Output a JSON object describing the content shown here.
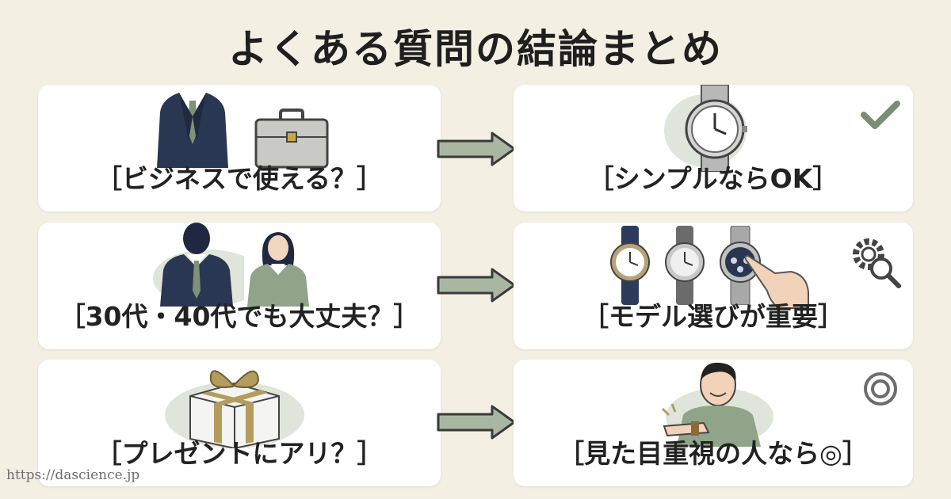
{
  "title": "よくある質問の結論まとめ",
  "rows": [
    {
      "question": "［ビジネスで使える？］",
      "answer": "［シンプルならOK］"
    },
    {
      "question": "［30代・40代でも大丈夫？］",
      "answer": "［モデル選びが重要］"
    },
    {
      "question": "［プレゼントにアリ？］",
      "answer": "［見た目重視の人なら◎］"
    }
  ],
  "watermark": "https://dascience.jp",
  "icons": {
    "row1_question": [
      "suit-icon",
      "briefcase-icon"
    ],
    "row1_answer": [
      "wristwatch-icon",
      "checkmark-icon"
    ],
    "row2_question": [
      "businessman-silhouette-icon",
      "businesswoman-icon"
    ],
    "row2_answer": [
      "watch-lineup-icon",
      "pointing-hand-icon",
      "gear-search-icon"
    ],
    "row3_question": [
      "gift-box-icon"
    ],
    "row3_answer": [
      "smiling-man-checking-watch-icon",
      "double-circle-icon"
    ]
  },
  "colors": {
    "background": "#f3efe3",
    "card": "#ffffff",
    "accent_green": "#8c9e86",
    "arrow_fill": "#a9b7a2",
    "arrow_stroke": "#3a3a3a",
    "navy": "#27344f"
  }
}
